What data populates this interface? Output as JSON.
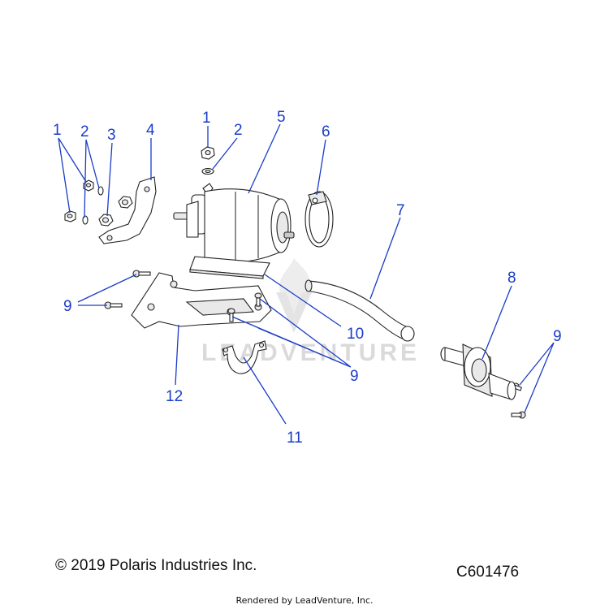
{
  "callouts": {
    "c1a": "1",
    "c2a": "2",
    "c3": "3",
    "c4": "4",
    "c1b": "1",
    "c2b": "2",
    "c5": "5",
    "c6": "6",
    "c7": "7",
    "c8": "8",
    "c9a": "9",
    "c9b": "9",
    "c9c": "9",
    "c10": "10",
    "c11": "11",
    "c12": "12"
  },
  "watermark": "LEADVENTURE",
  "footer": {
    "copyright": "© 2019 Polaris Industries Inc.",
    "figure_id": "C601476",
    "rendered_by": "Rendered by LeadVenture, Inc."
  },
  "colors": {
    "callout": "#1a3cc8",
    "line_art": "#222222",
    "watermark": "#d6d6d6"
  }
}
